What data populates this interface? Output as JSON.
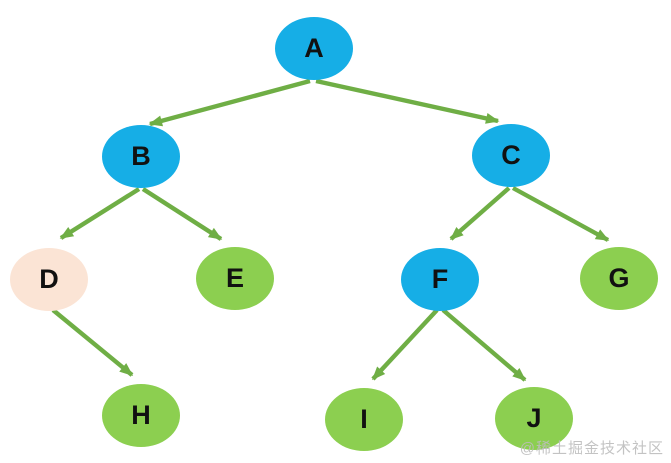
{
  "diagram": {
    "type": "tree",
    "description": "Binary tree diagram with ten elliptical nodes connected by green arrows pointing from parent to child",
    "nodes": {
      "A": {
        "label": "A",
        "fill": "blue",
        "fill_hex": "#16aee6"
      },
      "B": {
        "label": "B",
        "fill": "blue",
        "fill_hex": "#16aee6"
      },
      "C": {
        "label": "C",
        "fill": "blue",
        "fill_hex": "#16aee6"
      },
      "D": {
        "label": "D",
        "fill": "peach",
        "fill_hex": "#fbe4d5"
      },
      "E": {
        "label": "E",
        "fill": "green",
        "fill_hex": "#8ccf50"
      },
      "F": {
        "label": "F",
        "fill": "blue",
        "fill_hex": "#16aee6"
      },
      "G": {
        "label": "G",
        "fill": "green",
        "fill_hex": "#8ccf50"
      },
      "H": {
        "label": "H",
        "fill": "green",
        "fill_hex": "#8ccf50"
      },
      "I": {
        "label": "I",
        "fill": "green",
        "fill_hex": "#8ccf50"
      },
      "J": {
        "label": "J",
        "fill": "green",
        "fill_hex": "#8ccf50"
      }
    },
    "edges": [
      {
        "from": "A",
        "to": "B"
      },
      {
        "from": "A",
        "to": "C"
      },
      {
        "from": "B",
        "to": "D"
      },
      {
        "from": "B",
        "to": "E"
      },
      {
        "from": "C",
        "to": "F"
      },
      {
        "from": "C",
        "to": "G"
      },
      {
        "from": "D",
        "to": "H"
      },
      {
        "from": "F",
        "to": "I"
      },
      {
        "from": "F",
        "to": "J"
      }
    ]
  },
  "colors": {
    "node-blue": "#16aee6",
    "node-green": "#8ccf50",
    "node-peach": "#fbe4d5",
    "edge-green": "#6fae45",
    "label-black": "#111111",
    "watermark-gray": "#bdbdbd",
    "canvas-white": "#ffffff"
  },
  "watermark": {
    "text": "@稀土掘金技术社区"
  }
}
